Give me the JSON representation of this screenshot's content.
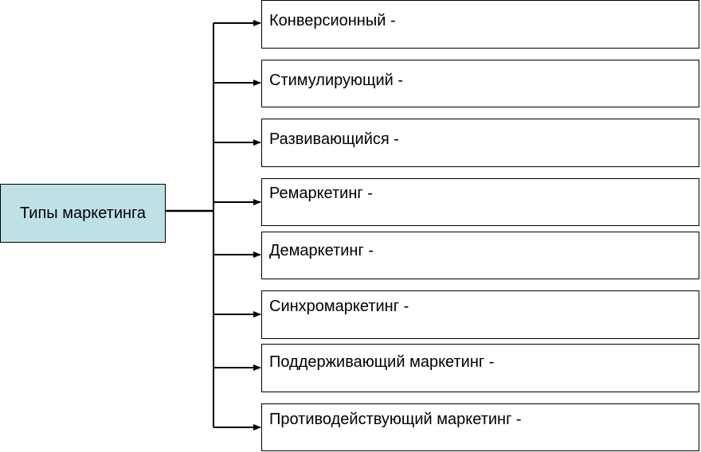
{
  "root": {
    "label": "Типы маркетинга",
    "fill": "#bfe1e5"
  },
  "types": [
    {
      "label": "Конверсионный -"
    },
    {
      "label": "Стимулирующий -"
    },
    {
      "label": "Развивающийся -"
    },
    {
      "label": "Ремаркетинг -"
    },
    {
      "label": "Демаркетинг -"
    },
    {
      "label": "Синхромаркетинг -"
    },
    {
      "label": "Поддерживающий маркетинг -"
    },
    {
      "label": "Противодействующий маркетинг -"
    }
  ],
  "colors": {
    "line": "#000000",
    "border": "#000000"
  }
}
